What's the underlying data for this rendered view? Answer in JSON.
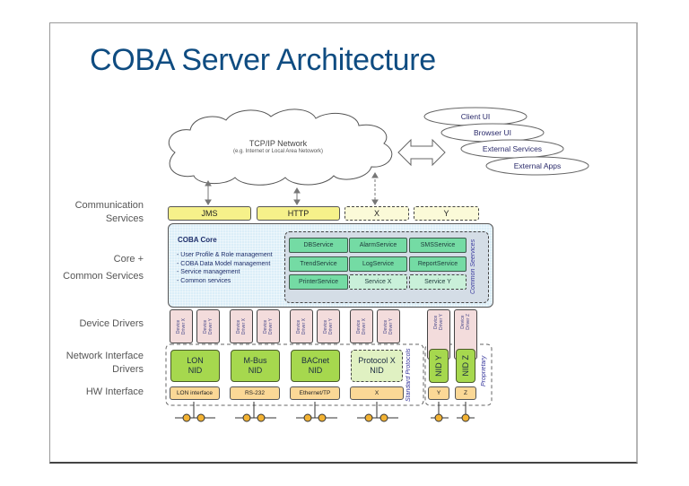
{
  "title": "COBA Server Architecture",
  "network": {
    "title": "TCP/IP Network",
    "subtitle": "(e.g. Internet or Local Area Netowork)"
  },
  "clients": [
    "Client UI",
    "Browser UI",
    "External Services",
    "External Apps"
  ],
  "layer_labels": {
    "communication": [
      "Communication",
      "Services"
    ],
    "core": [
      "Core +",
      "Common Services"
    ],
    "device_drivers": "Device Drivers",
    "network_interface": [
      "Network Interface",
      "Drivers"
    ],
    "hw_interface": "HW Interface"
  },
  "communication_services": [
    {
      "label": "JMS",
      "style": "solid"
    },
    {
      "label": "HTTP",
      "style": "solid"
    },
    {
      "label": "X",
      "style": "dashed"
    },
    {
      "label": "Y",
      "style": "dashed"
    }
  ],
  "core": {
    "title": "COBA Core",
    "features": [
      "- User Profile & Role management",
      "- COBA Data Model management",
      "- Service management",
      "- Common services"
    ],
    "common_services_label": "Common Seervices",
    "services": [
      {
        "label": "DBService",
        "style": "solid"
      },
      {
        "label": "AlarmService",
        "style": "solid"
      },
      {
        "label": "SMSService",
        "style": "solid"
      },
      {
        "label": "TrendService",
        "style": "solid"
      },
      {
        "label": "LogService",
        "style": "solid"
      },
      {
        "label": "ReportService",
        "style": "solid"
      },
      {
        "label": "PrinterService",
        "style": "solid"
      },
      {
        "label": "Service X",
        "style": "dashed"
      },
      {
        "label": "Service Y",
        "style": "dashed"
      }
    ]
  },
  "device_drivers": {
    "line1": "Device",
    "standard": [
      "Driver X",
      "Driver Y",
      "Driver X",
      "Driver Y",
      "Driver X",
      "Driver Y",
      "Driver X",
      "Driver Y"
    ],
    "proprietary": [
      "Driver Y",
      "Driver Z"
    ]
  },
  "nids": {
    "standard": [
      {
        "line1": "LON",
        "line2": "NID",
        "style": "solid"
      },
      {
        "line1": "M-Bus",
        "line2": "NID",
        "style": "solid"
      },
      {
        "line1": "BACnet",
        "line2": "NID",
        "style": "solid"
      },
      {
        "line1": "Protocol X",
        "line2": "NID",
        "style": "dashed"
      }
    ],
    "proprietary": [
      "NID Y",
      "NID Z"
    ]
  },
  "hw_interfaces": {
    "standard": [
      "LON interface",
      "RS-232",
      "Ethernet/TP",
      "X"
    ],
    "proprietary": [
      "Y",
      "Z"
    ]
  },
  "group_labels": {
    "standard": "Standard Protocols",
    "proprietary": "Proprietary"
  }
}
